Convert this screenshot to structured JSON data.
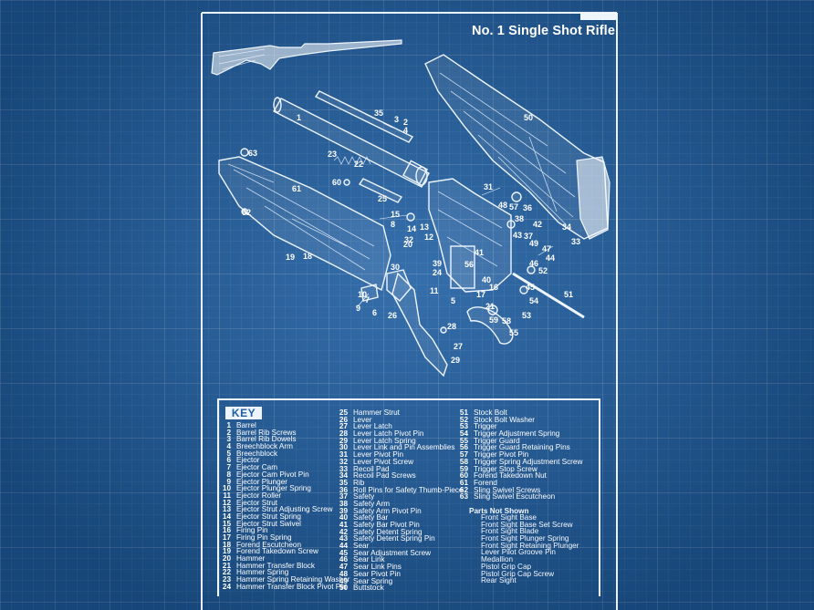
{
  "title": "No. 1 Single Shot Rifle",
  "key_heading": "KEY",
  "callouts": [
    "1",
    "2",
    "3",
    "4",
    "5",
    "6",
    "7",
    "8",
    "9",
    "10",
    "11",
    "12",
    "13",
    "14",
    "15",
    "16",
    "17",
    "18",
    "19",
    "20",
    "21",
    "22",
    "23",
    "24",
    "25",
    "26",
    "27",
    "28",
    "29",
    "30",
    "31",
    "32",
    "33",
    "34",
    "35",
    "36",
    "37",
    "38",
    "39",
    "40",
    "41",
    "42",
    "43",
    "44",
    "45",
    "46",
    "47",
    "48",
    "49",
    "50",
    "51",
    "52",
    "53",
    "54",
    "55",
    "56",
    "57",
    "58",
    "59",
    "60",
    "61",
    "62",
    "63"
  ],
  "key_col1": [
    {
      "num": "1",
      "label": "Barrel"
    },
    {
      "num": "2",
      "label": "Barrel Rib Screws"
    },
    {
      "num": "3",
      "label": "Barrel Rib Dowels"
    },
    {
      "num": "4",
      "label": "Breechblock Arm"
    },
    {
      "num": "5",
      "label": "Breechblock"
    },
    {
      "num": "6",
      "label": "Ejector"
    },
    {
      "num": "7",
      "label": "Ejector Cam"
    },
    {
      "num": "8",
      "label": "Ejector Cam Pivot Pin"
    },
    {
      "num": "9",
      "label": "Ejector Plunger"
    },
    {
      "num": "10",
      "label": "Ejector Plunger Spring"
    },
    {
      "num": "11",
      "label": "Ejector Roller"
    },
    {
      "num": "12",
      "label": "Ejector Strut"
    },
    {
      "num": "13",
      "label": "Ejector Strut Adjusting Screw"
    },
    {
      "num": "14",
      "label": "Ejector Strut Spring"
    },
    {
      "num": "15",
      "label": "Ejector Strut Swivel"
    },
    {
      "num": "16",
      "label": "Firing Pin"
    },
    {
      "num": "17",
      "label": "Firing Pin Spring"
    },
    {
      "num": "18",
      "label": "Forend Escutcheon"
    },
    {
      "num": "19",
      "label": "Forend Takedown Screw"
    },
    {
      "num": "20",
      "label": "Hammer"
    },
    {
      "num": "21",
      "label": "Hammer Transfer Block"
    },
    {
      "num": "22",
      "label": "Hammer Spring"
    },
    {
      "num": "23",
      "label": "Hammer Spring Retaining Washer"
    },
    {
      "num": "24",
      "label": "Hammer Transfer Block Pivot Pin"
    }
  ],
  "key_col2": [
    {
      "num": "25",
      "label": "Hammer Strut"
    },
    {
      "num": "26",
      "label": "Lever"
    },
    {
      "num": "27",
      "label": "Lever Latch"
    },
    {
      "num": "28",
      "label": "Lever Latch Pivot Pin"
    },
    {
      "num": "29",
      "label": "Lever Latch Spring"
    },
    {
      "num": "30",
      "label": "Lever Link and Pin Assemblies"
    },
    {
      "num": "31",
      "label": "Lever Pivot Pin"
    },
    {
      "num": "32",
      "label": "Lever Pivot Screw"
    },
    {
      "num": "33",
      "label": "Recoil Pad"
    },
    {
      "num": "34",
      "label": "Recoil Pad Screws"
    },
    {
      "num": "35",
      "label": "Rib"
    },
    {
      "num": "36",
      "label": "Roll Pins for Safety Thumb-Piece"
    },
    {
      "num": "37",
      "label": "Safety"
    },
    {
      "num": "38",
      "label": "Safety Arm"
    },
    {
      "num": "39",
      "label": "Safety Arm Pivot Pin"
    },
    {
      "num": "40",
      "label": "Safety Bar"
    },
    {
      "num": "41",
      "label": "Safety Bar Pivot Pin"
    },
    {
      "num": "42",
      "label": "Safety Detent Spring"
    },
    {
      "num": "43",
      "label": "Safety Detent Spring Pin"
    },
    {
      "num": "44",
      "label": "Sear"
    },
    {
      "num": "45",
      "label": "Sear Adjustment Screw"
    },
    {
      "num": "46",
      "label": "Sear Link"
    },
    {
      "num": "47",
      "label": "Sear Link Pins"
    },
    {
      "num": "48",
      "label": "Sear Pivot Pin"
    },
    {
      "num": "49",
      "label": "Sear Spring"
    },
    {
      "num": "50",
      "label": "Buttstock"
    }
  ],
  "key_col3": [
    {
      "num": "51",
      "label": "Stock Bolt"
    },
    {
      "num": "52",
      "label": "Stock Bolt Washer"
    },
    {
      "num": "53",
      "label": "Trigger"
    },
    {
      "num": "54",
      "label": "Trigger Adjustment Spring"
    },
    {
      "num": "55",
      "label": "Trigger Guard"
    },
    {
      "num": "56",
      "label": "Trigger Guard Retaining Pins"
    },
    {
      "num": "57",
      "label": "Trigger Pivot Pin"
    },
    {
      "num": "58",
      "label": "Trigger Spring Adjustment Screw"
    },
    {
      "num": "59",
      "label": "Trigger Stop Screw"
    },
    {
      "num": "60",
      "label": "Forend Takedown Nut"
    },
    {
      "num": "61",
      "label": "Forend"
    },
    {
      "num": "62",
      "label": "Sling Swivel Screws"
    },
    {
      "num": "63",
      "label": "Sling Swivel Escutcheon"
    }
  ],
  "parts_not_shown_title": "Parts Not Shown",
  "parts_not_shown": [
    "Front Sight Base",
    "Front Sight Base Set Screw",
    "Front Sight Blade",
    "Front Sight Plunger Spring",
    "Front Sight Retaining Plunger",
    "Lever Pilot Groove Pin",
    "Medallion",
    "Pistol Grip Cap",
    "Pistol Grip Cap Screw",
    "Rear Sight"
  ]
}
